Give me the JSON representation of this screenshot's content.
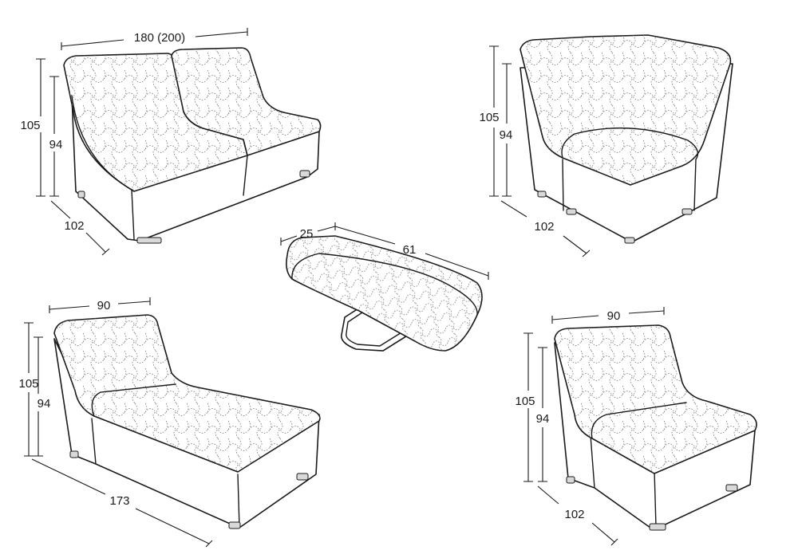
{
  "colors": {
    "line": "#1a1a1a",
    "quilt": "#777777",
    "background": "#ffffff"
  },
  "modules": {
    "loveseat": {
      "width": "180 (200)",
      "height_total": "105",
      "seat_height": "94",
      "depth": "102"
    },
    "corner": {
      "height_total": "105",
      "seat_height": "94",
      "depth": "102"
    },
    "ottoman": {
      "width": "25",
      "length": "61"
    },
    "chaise": {
      "width": "90",
      "height_total": "105",
      "seat_height": "94",
      "length": "173"
    },
    "armless_chair": {
      "width": "90",
      "height_total": "105",
      "seat_height": "94",
      "depth": "102"
    }
  }
}
